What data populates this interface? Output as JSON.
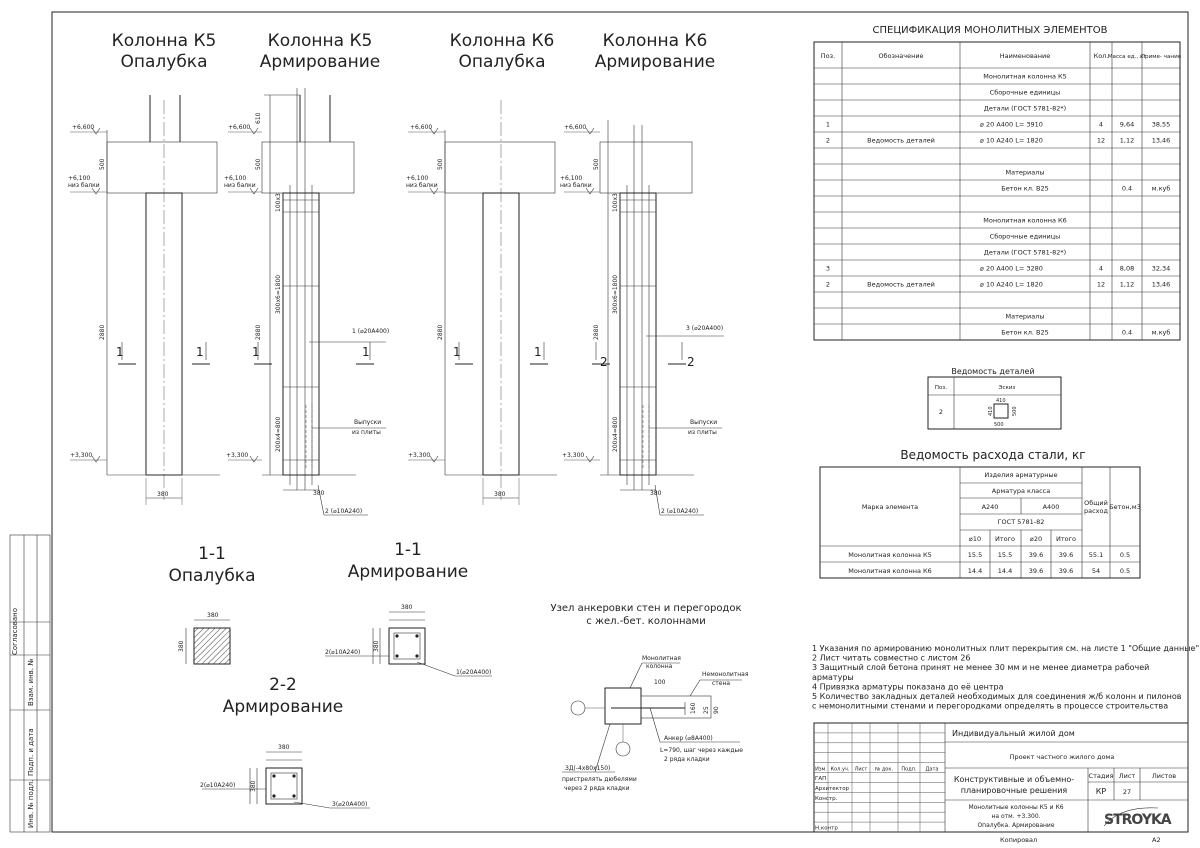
{
  "views": {
    "k5_formwork": [
      "Колонна К5",
      "Опалубка"
    ],
    "k5_reinf": [
      "Колонна К5",
      "Армирование"
    ],
    "k6_formwork": [
      "Колонна К6",
      "Опалубка"
    ],
    "k6_reinf": [
      "Колонна К6",
      "Армирование"
    ],
    "s11_formwork": [
      "1-1",
      "Опалубка"
    ],
    "s11_reinf": [
      "1-1",
      "Армирование"
    ],
    "s22_reinf": [
      "2-2",
      "Армирование"
    ],
    "anchor_title": [
      "Узел анкеровки стен и перегородок",
      "с жел.-бет. колоннами"
    ]
  },
  "elevations": {
    "e6600": "+6,600",
    "e6100": "+6,100",
    "e6100_sub": "низ балки",
    "e3300": "+3,300"
  },
  "dims": {
    "d500": "500",
    "d610": "610",
    "d2880": "2880",
    "d380": "380",
    "d1003": "100х3",
    "d300x6": "300х6=1800",
    "d200x4": "200х4=800"
  },
  "leaders": {
    "k5_bar1": "1 (⌀20А400)",
    "k6_bar3": "3 (⌀20А400)",
    "stirrup2": "2 (⌀10А240)",
    "vypuski": [
      "Выпуски",
      "из плиты"
    ],
    "s11_2": "2(⌀10А240)",
    "s11_1": "1(⌀20А400)",
    "s22_2": "2(⌀10А240)",
    "s22_3": "3(⌀20А400)"
  },
  "section_marks": {
    "one": "1",
    "two": "2"
  },
  "anchor": {
    "mono_col": [
      "Монолитная",
      "колонна"
    ],
    "nonmono_wall": [
      "Немонолитная",
      "стена"
    ],
    "anchor_bar": [
      "Анкер (⌀8А400)",
      "L=790, шаг через каждые",
      "2 ряда кладки"
    ],
    "plate": [
      "ЗД(-4х80х150)",
      "пристрелять дюбелями",
      "через 2 ряда кладки"
    ],
    "d100": "100",
    "d160": "160",
    "d25": "25",
    "d90": "90"
  },
  "spec": {
    "title": "СПЕЦИФИКАЦИЯ МОНОЛИТНЫХ ЭЛЕМЕНТОВ",
    "headers": [
      "Поз.",
      "Обозначение",
      "Наименование",
      "Кол.",
      "Масса ед., кг",
      "Приме- чание"
    ],
    "rows": [
      [
        "",
        "",
        "Монолитная колонна К5",
        "",
        "",
        ""
      ],
      [
        "",
        "",
        "Сборочные единицы",
        "",
        "",
        ""
      ],
      [
        "",
        "",
        "Детали (ГОСТ 5781-82*)",
        "",
        "",
        ""
      ],
      [
        "1",
        "",
        "⌀ 20  А400    L=  3910",
        "4",
        "9,64",
        "38,55"
      ],
      [
        "2",
        "Ведомость деталей",
        "⌀ 10  А240    L=  1820",
        "12",
        "1,12",
        "13,46"
      ],
      [
        "",
        "",
        "",
        "",
        "",
        ""
      ],
      [
        "",
        "",
        "Материалы",
        "",
        "",
        ""
      ],
      [
        "",
        "",
        "Бетон кл. В25",
        "",
        "0.4",
        "м.куб"
      ],
      [
        "",
        "",
        "",
        "",
        "",
        ""
      ],
      [
        "",
        "",
        "Монолитная колонна К6",
        "",
        "",
        ""
      ],
      [
        "",
        "",
        "Сборочные единицы",
        "",
        "",
        ""
      ],
      [
        "",
        "",
        "Детали (ГОСТ 5781-82*)",
        "",
        "",
        ""
      ],
      [
        "3",
        "",
        "⌀ 20  А400    L=  3280",
        "4",
        "8,08",
        "32,34"
      ],
      [
        "2",
        "Ведомость деталей",
        "⌀ 10  А240    L=  1820",
        "12",
        "1,12",
        "13,46"
      ],
      [
        "",
        "",
        "",
        "",
        "",
        ""
      ],
      [
        "",
        "",
        "Материалы",
        "",
        "",
        ""
      ],
      [
        "",
        "",
        "Бетон кл. В25",
        "",
        "0.4",
        "м.куб"
      ]
    ]
  },
  "details": {
    "title": "Ведомость деталей",
    "headers": [
      "Поз.",
      "Эскиз"
    ],
    "pos": "2",
    "sketch": {
      "d410a": "410",
      "d410b": "410",
      "d500a": "500",
      "d500b": "500"
    }
  },
  "steel": {
    "title": "Ведомость расхода стали, кг",
    "h_marka": "Марка элемента",
    "h_izd": "Изделия арматурные",
    "h_klass": "Арматура класса",
    "h_a240": "А240",
    "h_a400": "А400",
    "h_gost": "ГОСТ 5781-82",
    "h_sub": [
      "⌀10",
      "Итого",
      "⌀20",
      "Итого"
    ],
    "h_total": [
      "Общий",
      "расход"
    ],
    "h_beton": "Бетон,м3",
    "rows": [
      [
        "Монолитная колонна К5",
        "15.5",
        "15.5",
        "39.6",
        "39.6",
        "55.1",
        "0.5"
      ],
      [
        "Монолитная колонна К6",
        "14.4",
        "14.4",
        "39.6",
        "39.6",
        "54",
        "0.5"
      ]
    ]
  },
  "notes": [
    "1 Указания по армированию монолитных плит перекрытия см. на листе 1 \"Общие данные\"",
    "2 Лист читать совместно с листом 26",
    "3 Защитный слой бетона  принят  не менее 30 мм и не менее диаметра рабочей",
    "арматуры",
    "4 Привязка арматуры показана до её центра",
    "5 Количество закладных деталей необходимых для соединения  ж/б колонн и пилонов",
    "с немонолитными стенами и перегородками определять в процессе строительства"
  ],
  "stamp": {
    "project": "Индивидуальный жилой дом",
    "subproject": "Проект частного жилого дома",
    "col_heads": [
      "Изм.",
      "Кол.уч.",
      "Лист",
      "№ док.",
      "Подп.",
      "Дата"
    ],
    "roles": [
      "ГАП",
      "Архитектор",
      "Констр.",
      "",
      "",
      "Н.контр"
    ],
    "section": [
      "Конструктивные и объемно-",
      "планировочные решения"
    ],
    "stage_head": "Стадия",
    "sheet_head": "Лист",
    "sheets_head": "Листов",
    "stage": "КР",
    "sheet": "27",
    "sheets": "",
    "drawing": [
      "Монолитные колонны К5 и К6",
      "на отм. +3.300.",
      "Опалубка. Армирование"
    ],
    "logo": "STROYKA",
    "copied": "Копировал",
    "format": "А2"
  },
  "side_stamp": [
    "Согласовано",
    "Взам. инв. №",
    "Подп. и дата",
    "Инв. № подл."
  ]
}
